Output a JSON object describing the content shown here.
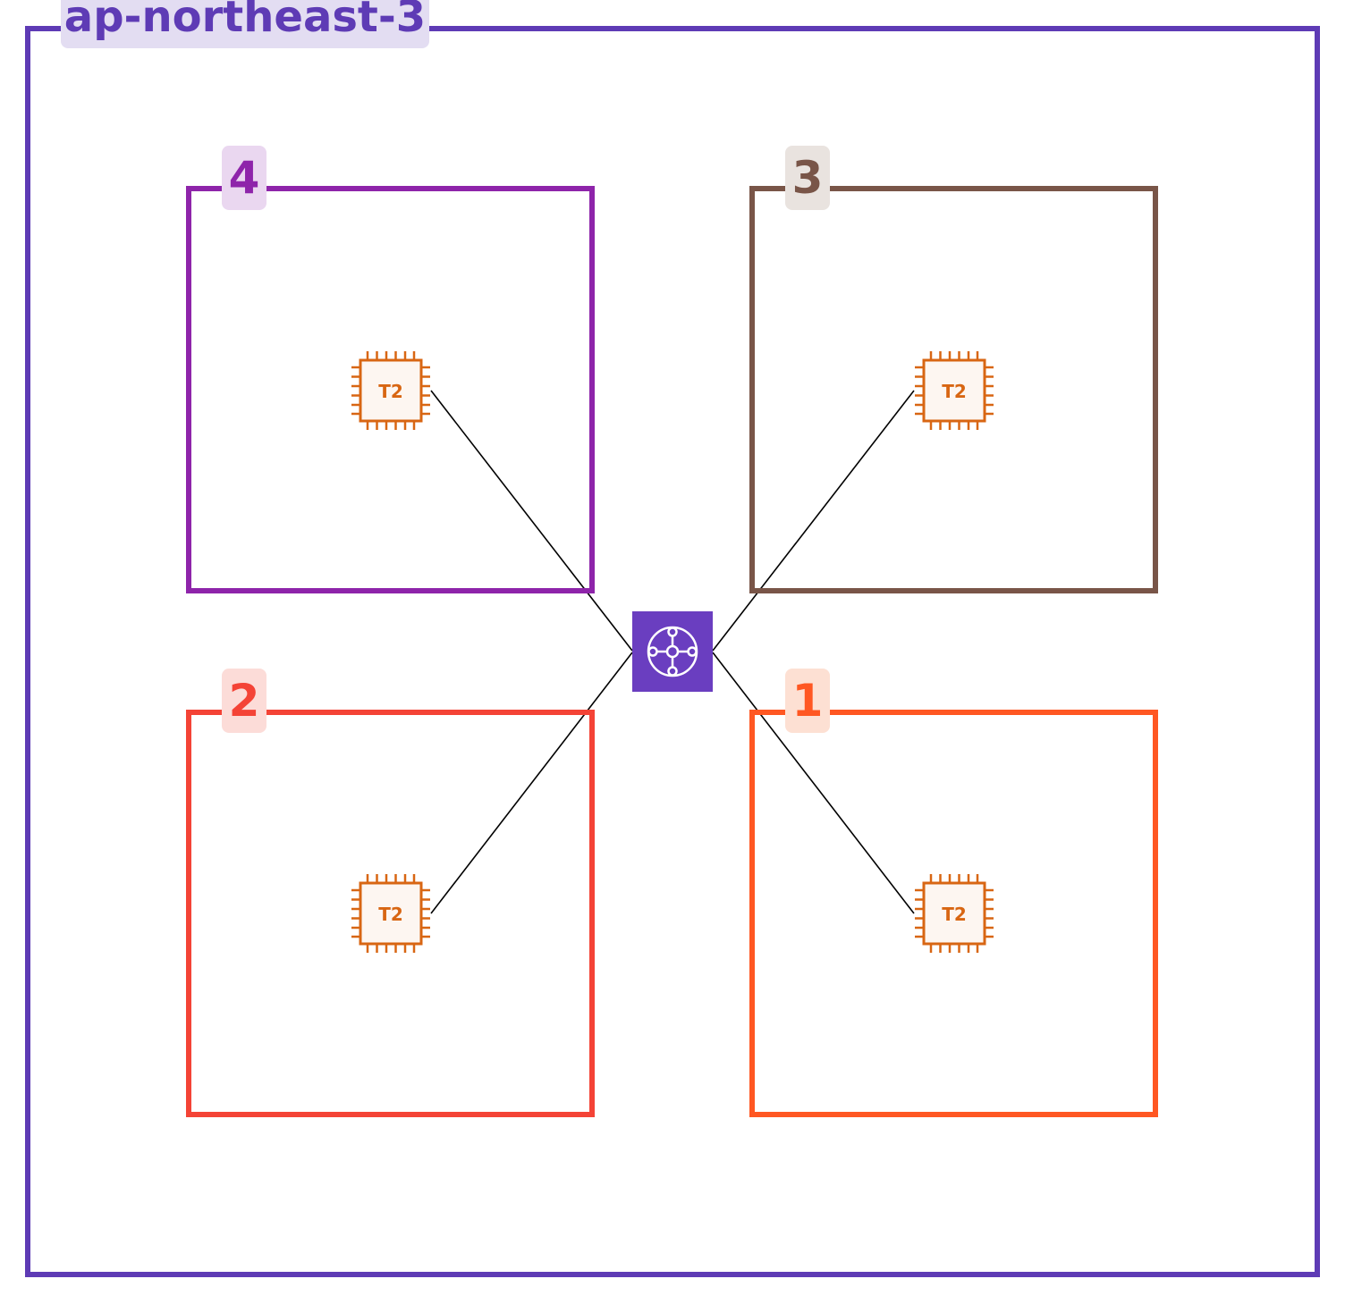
{
  "region": {
    "label": "ap-northeast-3",
    "color": "#5e3bb5",
    "label_bg": "#e3ddf2"
  },
  "zones": [
    {
      "id": "zone-4",
      "label": "4",
      "color": "#8e24aa",
      "label_bg": "#ead7f0",
      "instance": {
        "label": "T2",
        "icon": "ec2-instance-icon"
      }
    },
    {
      "id": "zone-3",
      "label": "3",
      "color": "#795548",
      "label_bg": "#e9e3df",
      "instance": {
        "label": "T2",
        "icon": "ec2-instance-icon"
      }
    },
    {
      "id": "zone-2",
      "label": "2",
      "color": "#f44336",
      "label_bg": "#fcdcd8",
      "instance": {
        "label": "T2",
        "icon": "ec2-instance-icon"
      }
    },
    {
      "id": "zone-1",
      "label": "1",
      "color": "#ff5722",
      "label_bg": "#fde0d3",
      "instance": {
        "label": "T2",
        "icon": "ec2-instance-icon"
      }
    }
  ],
  "hub": {
    "icon": "transit-gateway-icon",
    "color": "#6a3ec0"
  },
  "instance_color": "#d86613",
  "instance_fill": "#fdf6f1",
  "connector_color": "#000000"
}
